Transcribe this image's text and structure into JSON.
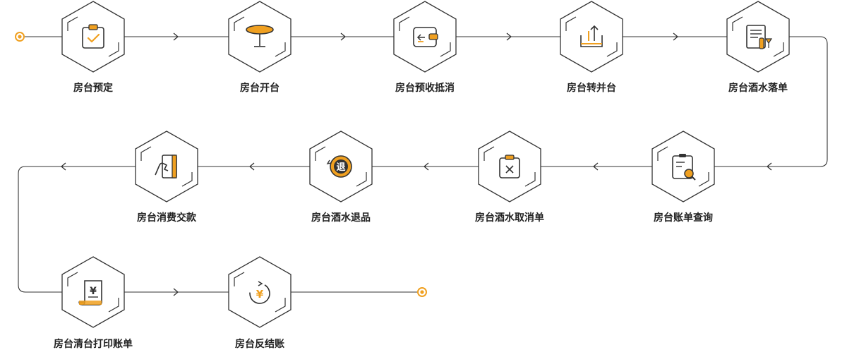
{
  "flow": {
    "steps": [
      {
        "label": "房台预定",
        "icon": "clipboard-check-icon"
      },
      {
        "label": "房台开台",
        "icon": "table-icon"
      },
      {
        "label": "房台预收抵消",
        "icon": "wallet-icon"
      },
      {
        "label": "房台转并台",
        "icon": "transfer-upload-icon"
      },
      {
        "label": "房台酒水落单",
        "icon": "drink-order-icon"
      },
      {
        "label": "房台账单查询",
        "icon": "bill-search-icon"
      },
      {
        "label": "房台酒水取消单",
        "icon": "cancel-order-icon"
      },
      {
        "label": "房台酒水退品",
        "icon": "return-badge-icon"
      },
      {
        "label": "房台消费交款",
        "icon": "payment-card-icon"
      },
      {
        "label": "房台清台打印账单",
        "icon": "print-bill-icon"
      },
      {
        "label": "房台反结账",
        "icon": "reverse-checkout-icon"
      }
    ],
    "return_glyph": "退",
    "yuan_glyph": "¥",
    "colors": {
      "accent": "#F0A020",
      "line": "#333333"
    }
  }
}
